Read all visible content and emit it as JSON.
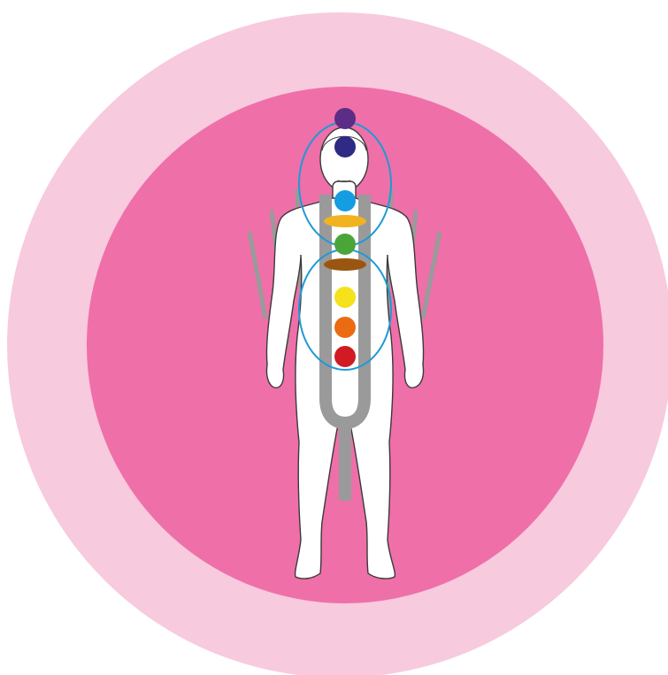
{
  "colors": {
    "background": "#ffffff",
    "outer_aura": "#f7cade",
    "inner_aura": "#ef6fa9",
    "body_fill": "#ffffff",
    "body_outline": "#3a3a3a",
    "energy_channels": "#9a9a9a",
    "energy_ovals": "#1e9ad6"
  },
  "figure": {
    "description_icon": "human-body-icon"
  },
  "chakras": [
    {
      "id": "crown",
      "color": "#5b2d86",
      "shape": "dot"
    },
    {
      "id": "third-eye",
      "color": "#2e2a85",
      "shape": "dot"
    },
    {
      "id": "throat",
      "color": "#149de0",
      "shape": "dot"
    },
    {
      "id": "upper-heart",
      "color": "#f2b320",
      "shape": "ellipse"
    },
    {
      "id": "heart",
      "color": "#4aa638",
      "shape": "dot"
    },
    {
      "id": "diaphragm",
      "color": "#9a5610",
      "shape": "ellipse"
    },
    {
      "id": "solar-plexus",
      "color": "#f5e11c",
      "shape": "dot"
    },
    {
      "id": "sacral",
      "color": "#ec6a12",
      "shape": "dot"
    },
    {
      "id": "root",
      "color": "#d21a22",
      "shape": "dot"
    }
  ]
}
